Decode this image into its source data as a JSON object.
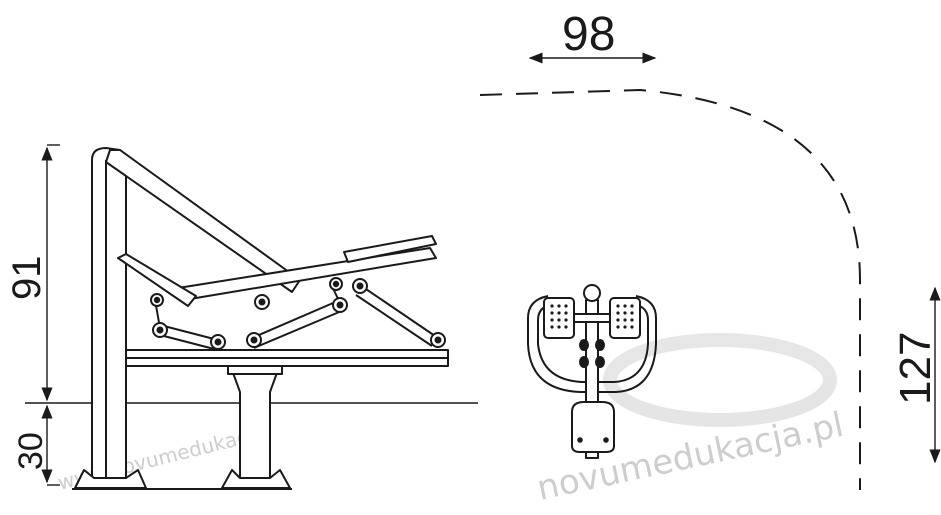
{
  "dimensions": {
    "top_width": "98",
    "height_above_ground": "91",
    "depth_below_ground": "30",
    "zone_radius": "127"
  },
  "watermark": {
    "text_bottom": "novumedukacja.pl",
    "text_left": "www.novumedukacja"
  },
  "colors": {
    "line": "#1a1a1a",
    "watermark": "#c8c8c8"
  }
}
